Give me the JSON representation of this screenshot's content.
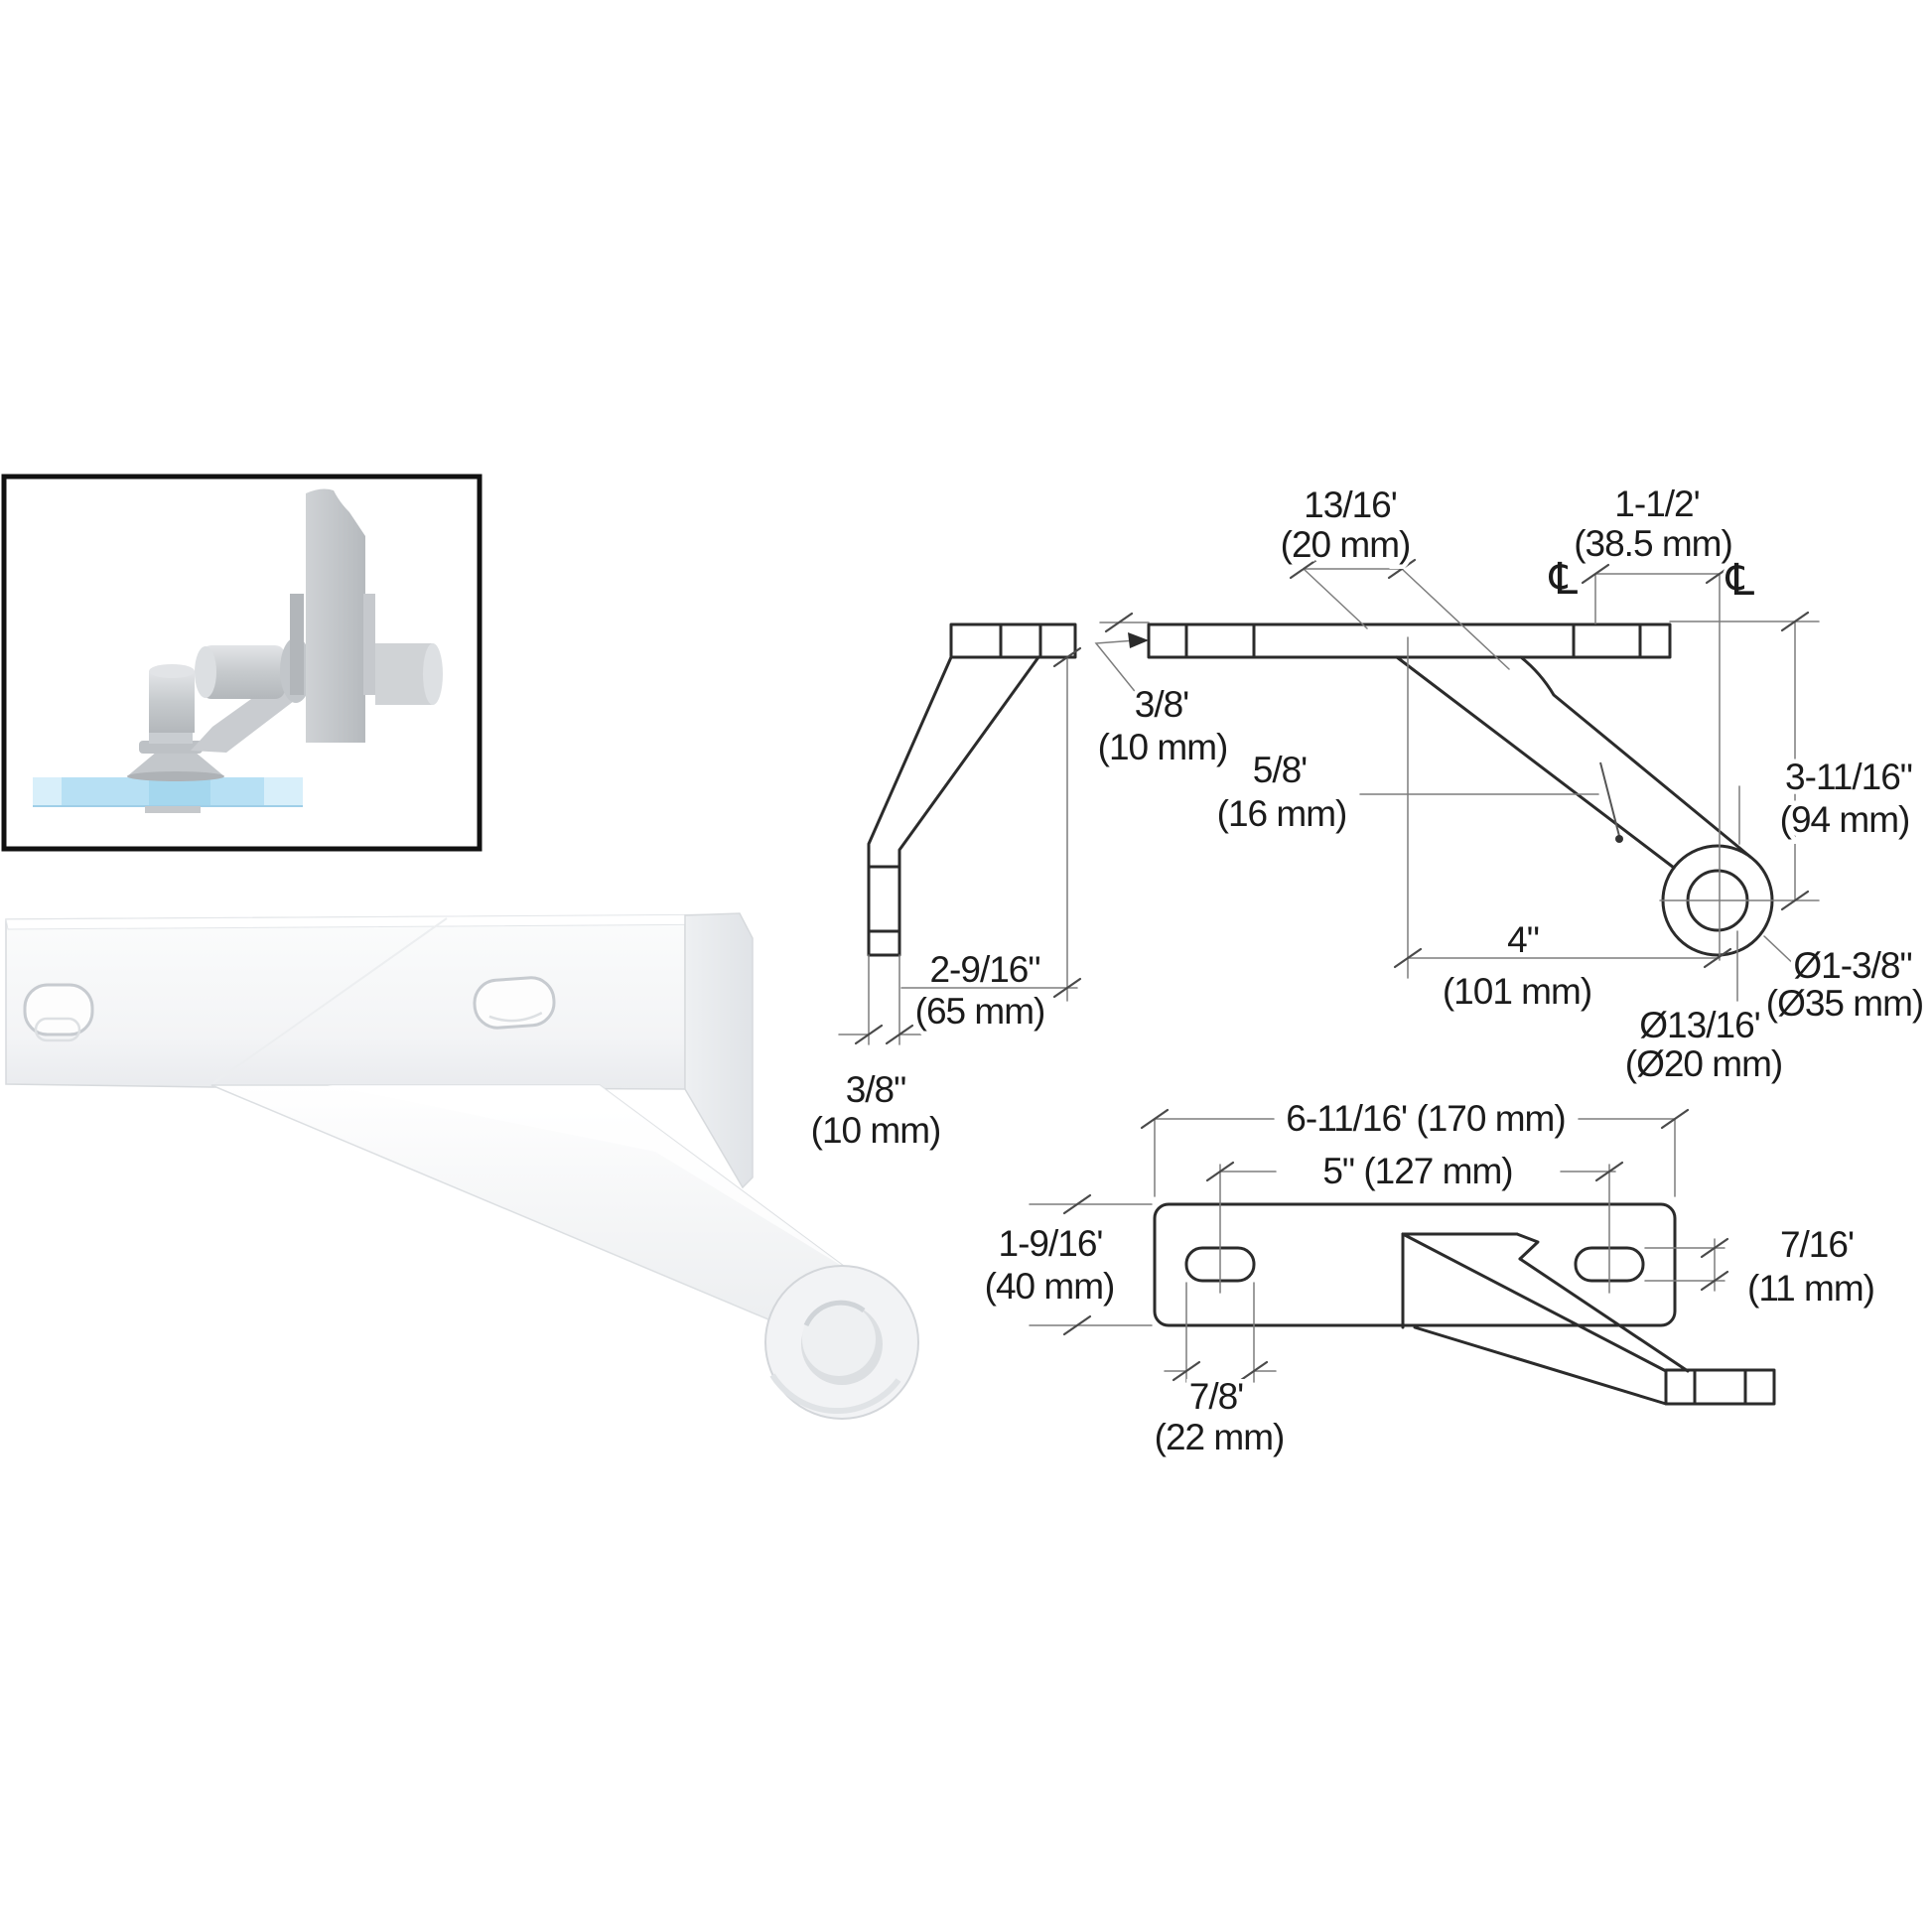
{
  "page": {
    "background": "#ffffff",
    "type": "product-technical-drawing"
  },
  "colors": {
    "line_dark": "#2b2b2b",
    "line_thin": "#7d7d7d",
    "glass_blue": "#b7e0f4",
    "glass_blue_light": "#d8effa",
    "render_white": "#f6f7f8",
    "render_shadow": "#d7dadd",
    "inset_border": "#111111"
  },
  "views": {
    "side": {
      "height": "2-9/16\"",
      "height_mm": "(65 mm)",
      "width": "3/8\"",
      "width_mm": "(10 mm)"
    },
    "elevation": {
      "arm_width": "13/16'",
      "arm_width_mm": "(20 mm)",
      "offset": "1-1/2'",
      "offset_mm": "(38.5 mm)",
      "plate_thickness": "3/8'",
      "plate_thickness_mm": "(10 mm)",
      "hole": "5/8'",
      "hole_mm": "(16 mm)",
      "drop": "3-11/16\"",
      "drop_mm": "(94 mm)",
      "reach": "4\"",
      "reach_mm": "(101 mm)",
      "boss_od": "Ø1-3/8\"",
      "boss_od_mm": "(Ø35 mm)",
      "boss_id": "Ø13/16'",
      "boss_id_mm": "(Ø20 mm)",
      "centerline_left": "℄",
      "centerline_right": "℄"
    },
    "plan": {
      "length": "6-11/16' (170 mm)",
      "holes_cc": "5\" (127 mm)",
      "depth": "1-9/16'",
      "depth_mm": "(40 mm)",
      "slot_width": "7/16'",
      "slot_width_mm": "(11 mm)",
      "slot_length": "7/8'",
      "slot_length_mm": "(22 mm)"
    }
  }
}
